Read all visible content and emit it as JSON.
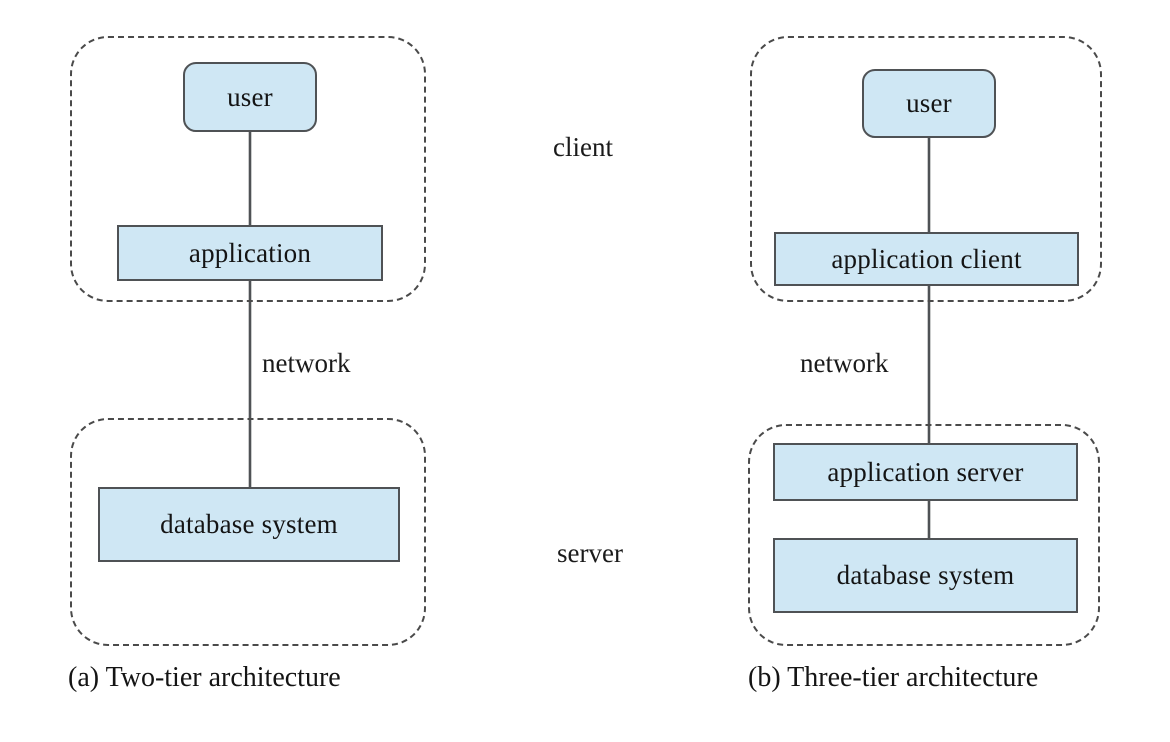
{
  "diagram": {
    "type": "architecture-diagram",
    "background_color": "#ffffff",
    "node_fill_color": "#cfe7f4",
    "node_border_color": "#4f5255",
    "container_border_color": "#4a4a4a",
    "connector_color": "#4f5255",
    "text_color": "#141414",
    "panels": [
      {
        "id": "two-tier",
        "caption": "(a) Two-tier architecture",
        "tiers": [
          {
            "id": "client",
            "label": "client",
            "nodes": [
              "user",
              "application"
            ]
          },
          {
            "id": "server",
            "label": "server",
            "nodes": [
              "database system"
            ]
          }
        ],
        "connector_label": "network"
      },
      {
        "id": "three-tier",
        "caption": "(b) Three-tier architecture",
        "tiers": [
          {
            "id": "client",
            "label": "client",
            "nodes": [
              "user",
              "application client"
            ]
          },
          {
            "id": "server",
            "label": "server",
            "nodes": [
              "application server",
              "database system"
            ]
          }
        ],
        "connector_label": "network"
      }
    ]
  },
  "left": {
    "caption": "(a) Two-tier architecture",
    "nodes": {
      "user": "user",
      "application": "application",
      "database": "database system"
    },
    "network_label": "network"
  },
  "right": {
    "caption": "(b) Three-tier architecture",
    "nodes": {
      "user": "user",
      "application_client": "application client",
      "application_server": "application server",
      "database": "database system"
    },
    "network_label": "network"
  },
  "tiers": {
    "client": "client",
    "server": "server"
  }
}
